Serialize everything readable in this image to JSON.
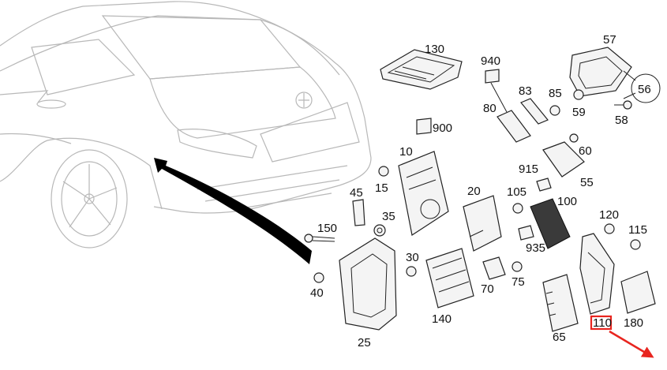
{
  "labels": {
    "p130": "130",
    "p940": "940",
    "p57": "57",
    "p83": "83",
    "p85": "85",
    "p56": "56",
    "p80": "80",
    "p59": "59",
    "p58": "58",
    "p900": "900",
    "p60": "60",
    "p10": "10",
    "p915": "915",
    "p55": "55",
    "p45": "45",
    "p15": "15",
    "p20": "20",
    "p105": "105",
    "p100": "100",
    "p35": "35",
    "p150": "150",
    "p120": "120",
    "p115": "115",
    "p935": "935",
    "p30": "30",
    "p75": "75",
    "p70": "70",
    "p40": "40",
    "p140": "140",
    "p180": "180",
    "p110": "110",
    "p65": "65",
    "p25": "25"
  },
  "highlight": {
    "part": "110",
    "color": "#e8251f"
  },
  "colors": {
    "arrow": "#000000",
    "callout_arrow": "#e8251f",
    "car_outline": "#b8b8b8"
  }
}
